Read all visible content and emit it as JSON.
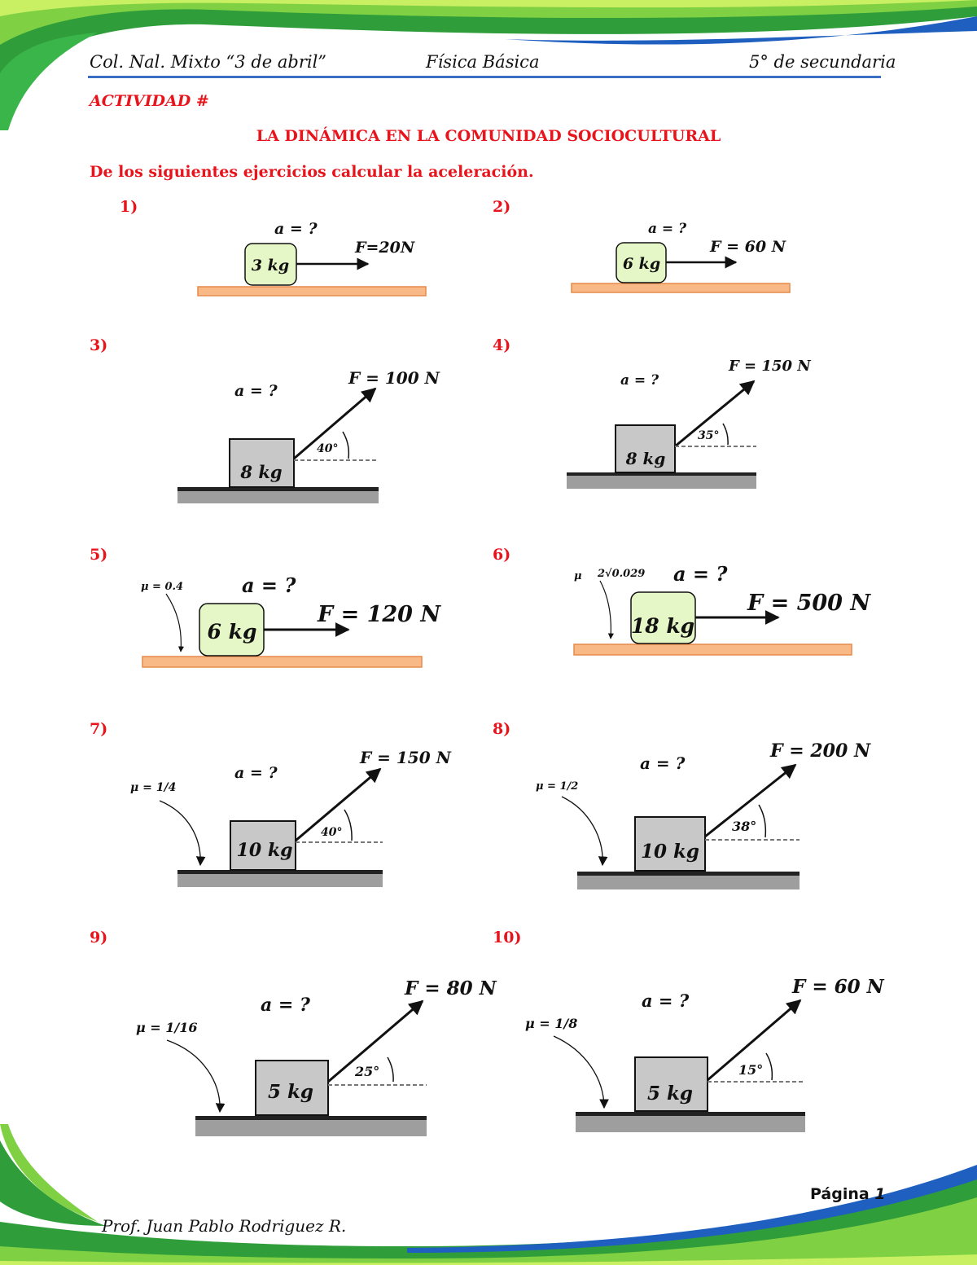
{
  "header": {
    "school": "Col. Nal. Mixto “3 de abril”",
    "subject": "Física Básica",
    "grade": "5° de secundaria"
  },
  "activity_label": "ACTIVIDAD #",
  "title": "LA DINÁMICA EN LA COMUNIDAD SOCIOCULTURAL",
  "instruction": "De los siguientes ejercicios calcular la aceleración.",
  "colors": {
    "accent_red": "#e8141c",
    "header_line": "#3a6fc4",
    "block_green": "#e6f7c7",
    "block_gray": "#c8c8c8",
    "floor_orange": "#f9b987",
    "floor_gray": "#9e9e9e"
  },
  "problems": [
    {
      "number": "1)",
      "mass": "3 kg",
      "force": "F=20N",
      "accel": "a = ?"
    },
    {
      "number": "2)",
      "mass": "6 kg",
      "force": "F = 60 N",
      "accel": "a = ?"
    },
    {
      "number": "3)",
      "mass": "8 kg",
      "force": "F = 100 N",
      "accel": "a = ?",
      "angle": "40°"
    },
    {
      "number": "4)",
      "mass": "8 kg",
      "force": "F = 150 N",
      "accel": "a = ?",
      "angle": "35°"
    },
    {
      "number": "5)",
      "mass": "6 kg",
      "force": "F = 120 N",
      "accel": "a = ?",
      "mu": "μ = 0.4"
    },
    {
      "number": "6)",
      "mass": "18 kg",
      "force": "F = 500 N",
      "accel": "a = ?",
      "mu_symbol": "μ",
      "mu_value": "2√0.029"
    },
    {
      "number": "7)",
      "mass": "10 kg",
      "force": "F = 150 N",
      "accel": "a = ?",
      "angle": "40°",
      "mu": "μ = 1/4"
    },
    {
      "number": "8)",
      "mass": "10 kg",
      "force": "F = 200 N",
      "accel": "a = ?",
      "angle": "38°",
      "mu": "μ = 1/2"
    },
    {
      "number": "9)",
      "mass": "5 kg",
      "force": "F = 80 N",
      "accel": "a = ?",
      "angle": "25°",
      "mu": "μ = 1/16"
    },
    {
      "number": "10)",
      "mass": "5 kg",
      "force": "F = 60 N",
      "accel": "a = ?",
      "angle": "15°",
      "mu": "μ = 1/8"
    }
  ],
  "footer": {
    "page_label": "Página",
    "page_number": "1",
    "author": "Prof. Juan Pablo Rodriguez R."
  }
}
